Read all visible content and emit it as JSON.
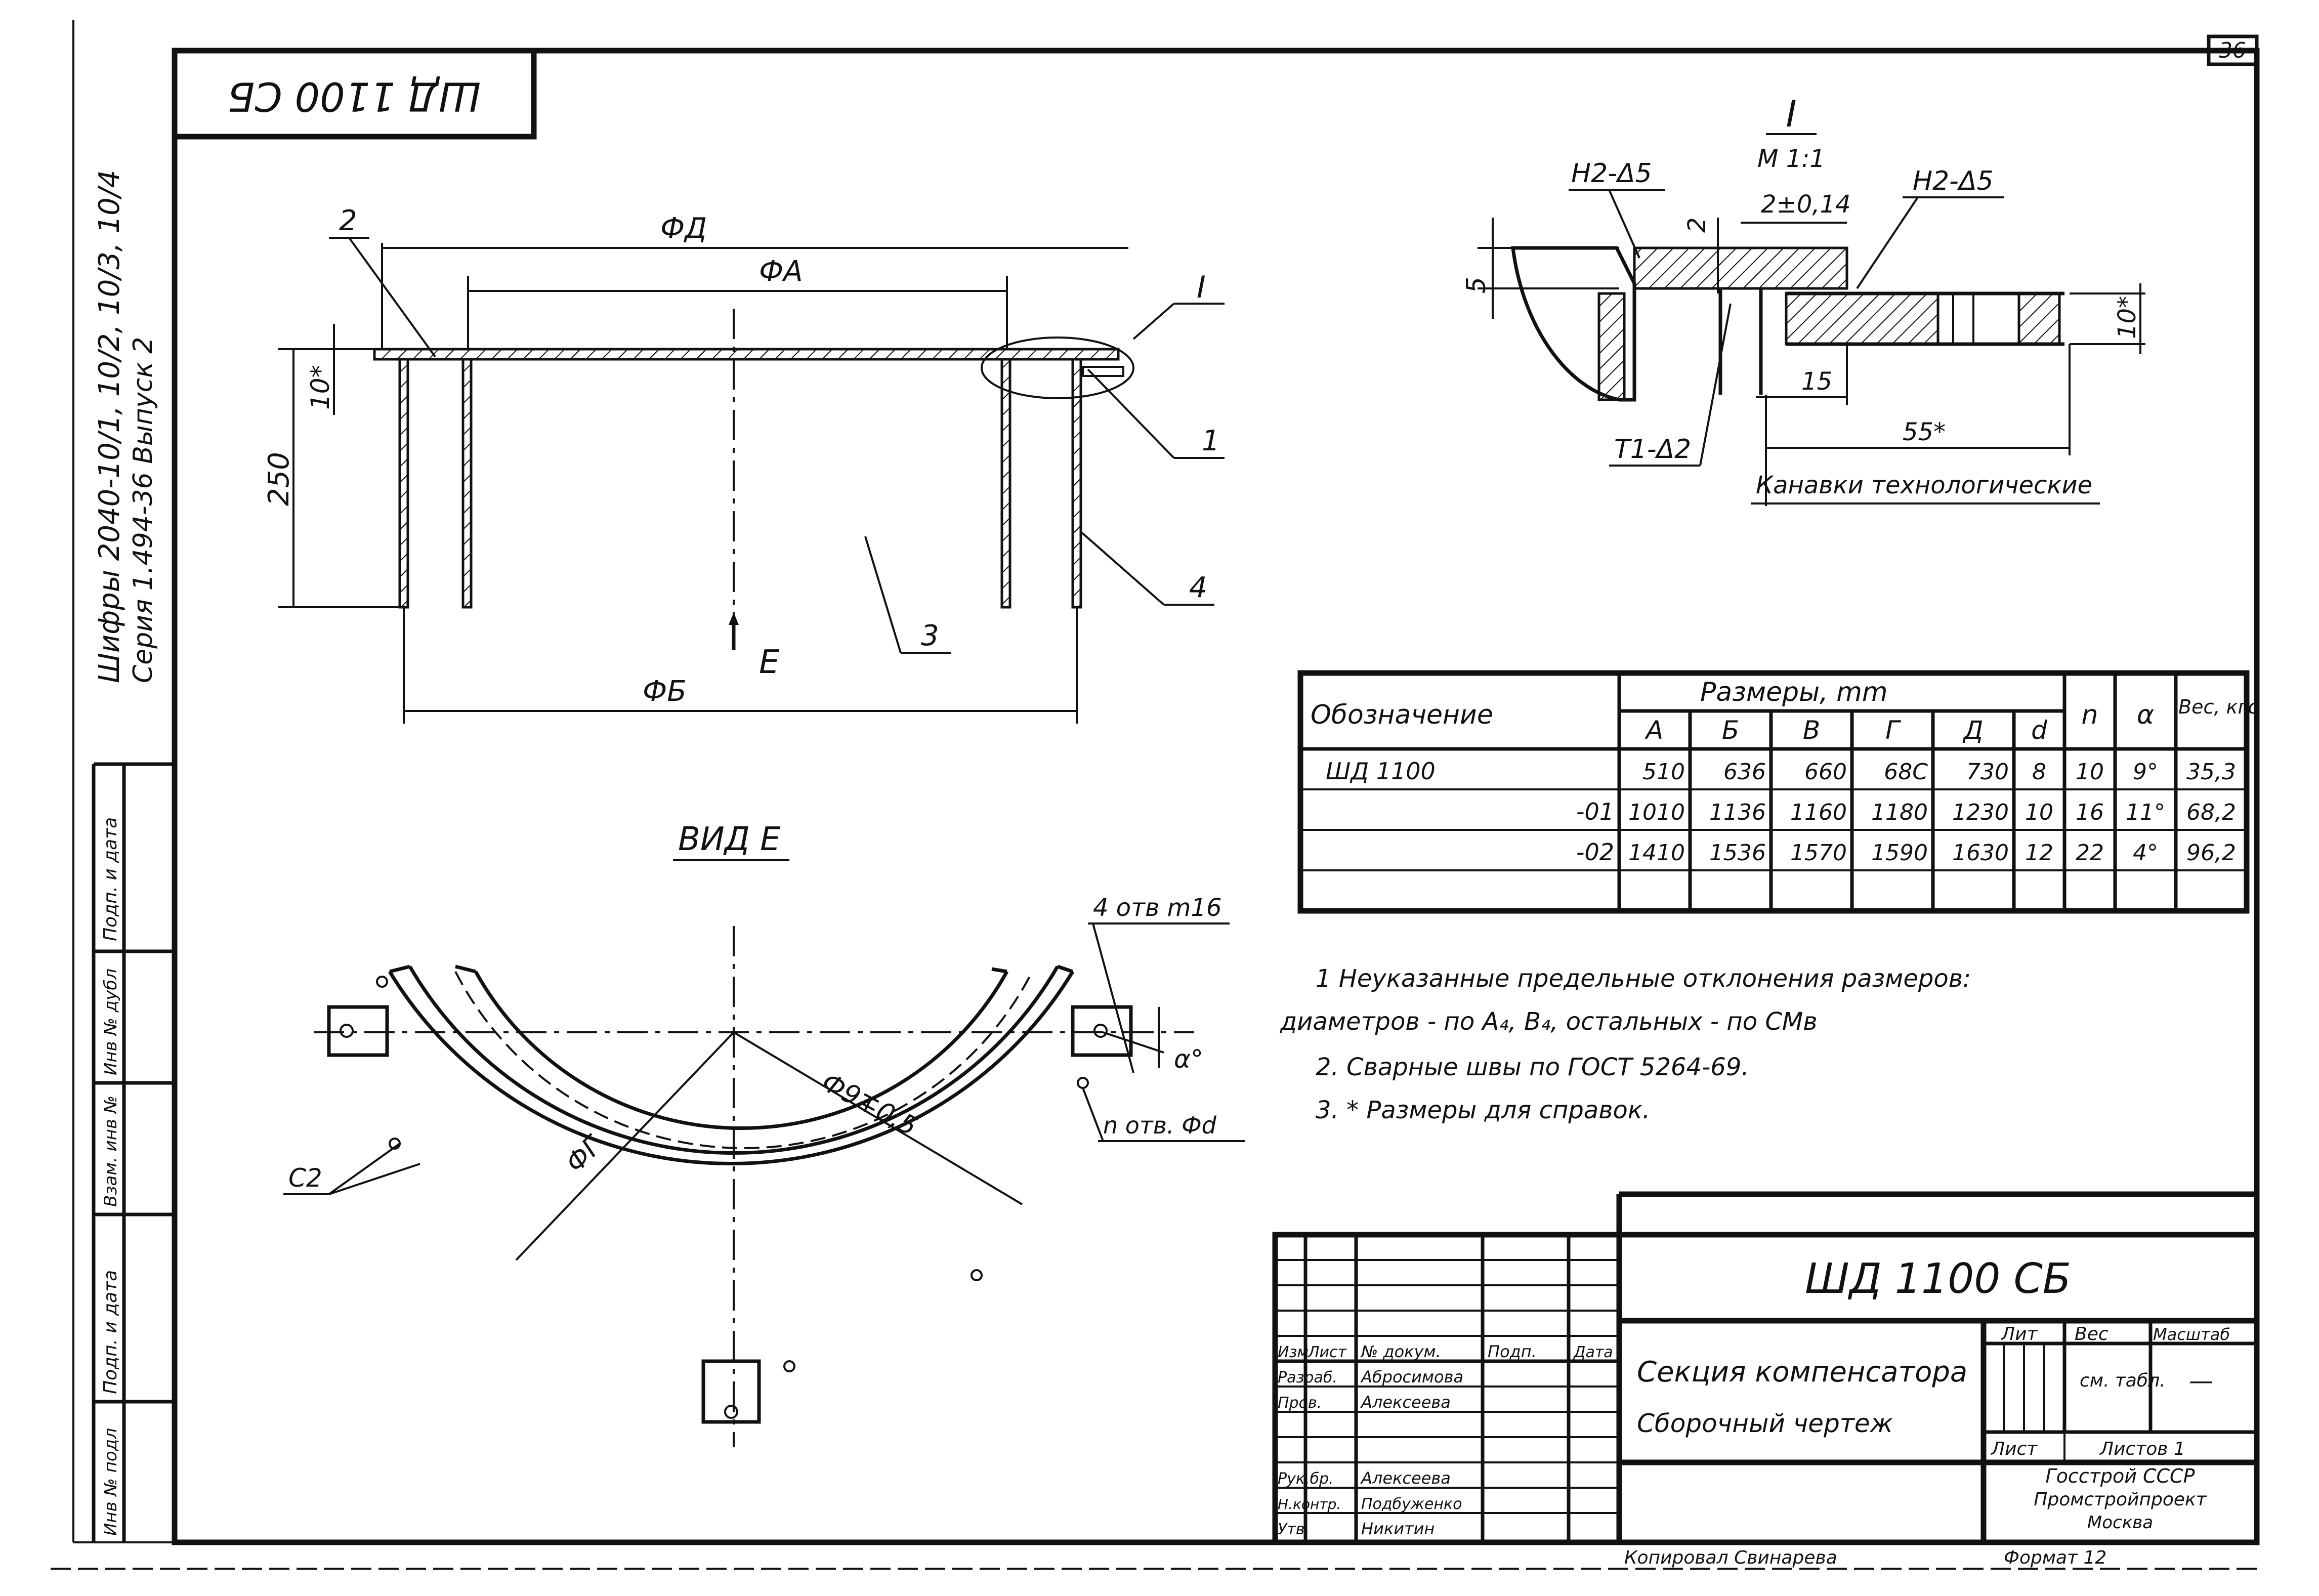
{
  "sheet": {
    "number": "36",
    "stamp_top": "ШД 1100 СБ",
    "side_note_line1": "Шифры 2040-10/1, 10/2, 10/3, 10/4",
    "side_note_line2": "Серия 1.494-36  Выпуск 2"
  },
  "main_view": {
    "dim_D": "ФД",
    "dim_A": "ФА",
    "dim_B": "ФБ",
    "dim_height": "250",
    "dim_10": "10*",
    "pos_2": "2",
    "pos_1": "1",
    "pos_3": "3",
    "pos_4": "4",
    "detail_mark": "I",
    "view_arrow": "Е"
  },
  "detail": {
    "title": "I",
    "scale": "М 1:1",
    "weld_left": "Н2-Δ5",
    "weld_right": "Н2-Δ5",
    "weld_bottom": "Т1-Δ2",
    "dim_5": "5",
    "dim_2": "2",
    "dim_tol": "2±0,14",
    "dim_10": "10*",
    "dim_15": "15",
    "dim_55": "55*",
    "grooves_note": "Канавки технологические"
  },
  "table": {
    "header_designation": "Обозначение",
    "header_sizes": "Размеры, mm",
    "columns": [
      "А",
      "Б",
      "В",
      "Г",
      "Д",
      "d"
    ],
    "header_n": "n",
    "header_alpha": "α",
    "header_weight": "Вес, кгс",
    "rows": [
      {
        "name": "ШД 1100",
        "values": [
          "510",
          "636",
          "660",
          "68С",
          "730",
          "8",
          "10",
          "9°",
          "35,3"
        ]
      },
      {
        "name": "-01",
        "values": [
          "1010",
          "1136",
          "1160",
          "1180",
          "1230",
          "10",
          "16",
          "11°",
          "68,2"
        ]
      },
      {
        "name": "-02",
        "values": [
          "1410",
          "1536",
          "1570",
          "1590",
          "1630",
          "12",
          "22",
          "4°",
          "96,2"
        ]
      }
    ]
  },
  "view_e": {
    "title": "ВИД Е",
    "holes_label": "4 отв m16",
    "dia_label": "Ф9∓0,5",
    "dia_g": "ФГ",
    "weld_c2": "С2",
    "n_holes": "n отв. Фd",
    "alpha": "α°"
  },
  "notes": [
    "1  Неуказанные предельные отклонения размеров:",
    "диаметров - по А₄, В₄, остальных - по СМв",
    "2. Сварные швы по ГОСТ 5264-69.",
    "3. * Размеры для справок."
  ],
  "title_block": {
    "drawing_code": "ШД 1100 СБ",
    "name_line1": "Секция компенсатора",
    "name_line2": "Сборочный чертеж",
    "lit_label": "Лит",
    "weight_label": "Вес",
    "scale_label": "Масштаб",
    "weight_value": "см. табл.",
    "scale_value": "—",
    "sheet_label": "Лист",
    "sheets_label": "Листов 1",
    "org_line1": "Госстрой СССР",
    "org_line2": "Промстройпроект",
    "org_line3": "Москва",
    "head_izm": "Изм",
    "head_list": "Лист",
    "head_doc": "№ докум.",
    "head_sign": "Подп.",
    "head_date": "Дата",
    "roles": [
      {
        "role": "Разраб.",
        "name": "Абросимова"
      },
      {
        "role": "Пров.",
        "name": "Алексеева"
      },
      {
        "role": "Рук.бр.",
        "name": "Алексеева"
      },
      {
        "role": "Н.контр.",
        "name": "Подбуженко"
      },
      {
        "role": "Утв.",
        "name": "Никитин"
      }
    ],
    "copied": "Копировал  Свинарева",
    "format": "Формат 12"
  },
  "left_strip": {
    "labels": [
      "Подп. и дата",
      "Инв № дубл",
      "Взам. инв №",
      "Подп. и дата",
      "Инв № подл"
    ]
  }
}
